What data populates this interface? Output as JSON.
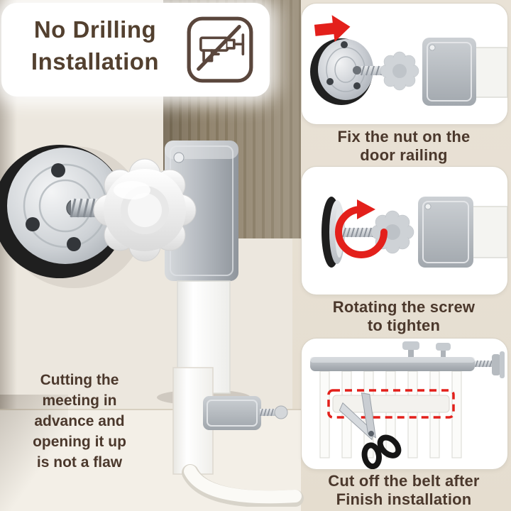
{
  "page": {
    "background_color": "#ece7de",
    "panel_color": "#ffffff",
    "text_color": "#4b382c",
    "accent_red": "#e3201b"
  },
  "badge": {
    "line1": "No Drilling",
    "line2": "Installation",
    "icon": "no-drill-icon"
  },
  "steps": [
    {
      "icon": "arrow-right-icon",
      "illustration": "nut-disc-screw-knob-exploded",
      "caption_line1": "Fix the nut on the",
      "caption_line2": "door railing"
    },
    {
      "icon": "rotate-clockwise-icon",
      "illustration": "screw-rotation-side-view",
      "caption_line1": "Rotating the screw",
      "caption_line2": "to tighten"
    },
    {
      "icon": "scissors-icon",
      "illustration": "scissors-cutting-belt-on-gate",
      "caption_line1": "Cut off the belt after",
      "caption_line2": "Finish installation"
    }
  ],
  "note": {
    "line1": "Cutting the",
    "line2": "meeting in",
    "line3": "advance and",
    "line4": "opening it up",
    "line5": "is not a flaw"
  }
}
